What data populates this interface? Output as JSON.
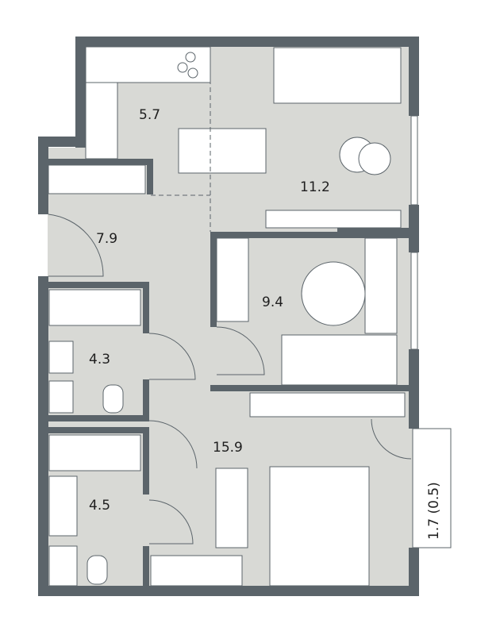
{
  "rooms": [
    {
      "id": "kitchen",
      "area": "5.7"
    },
    {
      "id": "living-room",
      "area": "11.2"
    },
    {
      "id": "hallway",
      "area": "7.9"
    },
    {
      "id": "bedroom-small",
      "area": "9.4"
    },
    {
      "id": "bathroom-1",
      "area": "4.3"
    },
    {
      "id": "bedroom-large",
      "area": "15.9"
    },
    {
      "id": "bathroom-2",
      "area": "4.5"
    },
    {
      "id": "balcony",
      "area": "1.7 (0.5)"
    }
  ],
  "colors": {
    "wall": "#5b646a",
    "floor": "#d8d9d5",
    "furniture": "#ffffff"
  }
}
